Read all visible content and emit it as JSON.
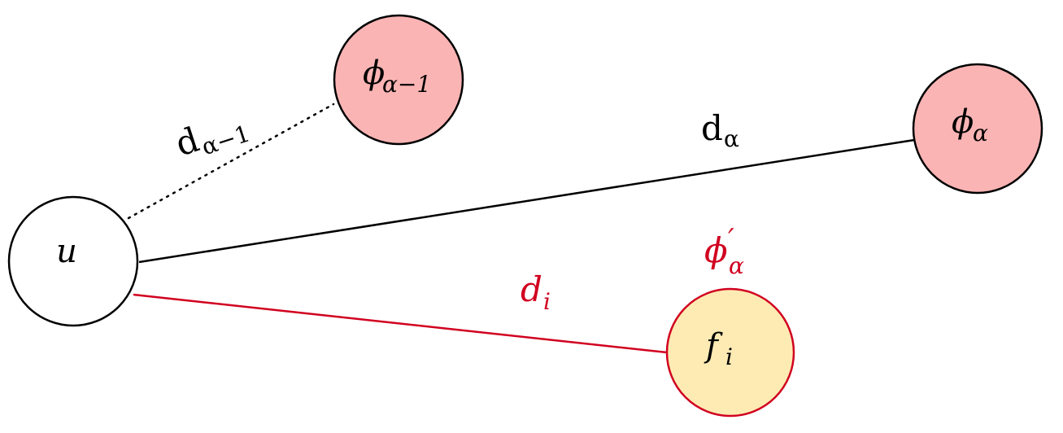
{
  "colors": {
    "node_pink": "#fbb4b4",
    "node_yellow": "#fdebb3",
    "node_white": "#ffffff",
    "edge_black": "#000000",
    "edge_red": "#d1001f",
    "stroke_black": "#000000"
  },
  "nodes": {
    "u": {
      "base": "u",
      "sub": ""
    },
    "phi_alpha_minus_1": {
      "base": "ϕ",
      "sub": "α−1"
    },
    "phi_alpha": {
      "base": "ϕ",
      "sub": "α"
    },
    "f_i": {
      "base": "f",
      "sub": "i"
    }
  },
  "edges": {
    "d_alpha_minus_1": {
      "base": "d",
      "sub": "α−1",
      "style": "dotted"
    },
    "d_alpha": {
      "base": "d",
      "sub": "α",
      "style": "solid"
    },
    "d_i": {
      "base": "d",
      "sub": "i",
      "style": "solid-red"
    }
  },
  "labels": {
    "phi_prime_alpha": {
      "base": "ϕ",
      "prime": "′",
      "sub": "α"
    }
  }
}
